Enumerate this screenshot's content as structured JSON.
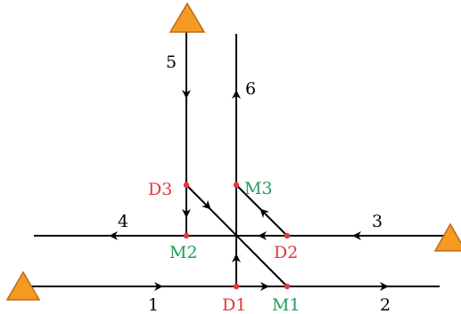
{
  "colors": {
    "line": "#000000",
    "diverge": "#e8343c",
    "merge": "#1e9e5a",
    "origin": "#f59a23",
    "origin_stroke": "#c06810"
  },
  "roads": {
    "r1": "1",
    "r2": "2",
    "r3": "3",
    "r4": "4",
    "r5": "5",
    "r6": "6"
  },
  "nodes": {
    "d1": "D1",
    "d2": "D2",
    "d3": "D3",
    "m1": "M1",
    "m2": "M2",
    "m3": "M3"
  },
  "origins": [
    {
      "name": "origin-left-icon",
      "role": "entry of road 1"
    },
    {
      "name": "origin-right-icon",
      "role": "entry of road 3"
    },
    {
      "name": "origin-top-icon",
      "role": "entry of road 5"
    }
  ]
}
